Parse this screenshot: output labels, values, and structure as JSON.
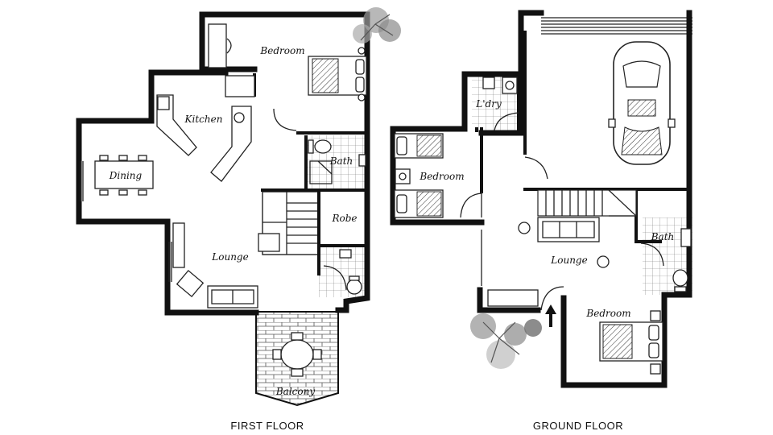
{
  "floors": {
    "first": {
      "title": "FIRST FLOOR",
      "rooms": {
        "bedroom": "Bedroom",
        "kitchen": "Kitchen",
        "dining": "Dining",
        "bath": "Bath",
        "robe": "Robe",
        "lounge": "Lounge",
        "balcony": "Balcony"
      }
    },
    "ground": {
      "title": "GROUND FLOOR",
      "rooms": {
        "laundry": "L'dry",
        "bedroom_left": "Bedroom",
        "lounge": "Lounge",
        "bath": "Bath",
        "bedroom_right": "Bedroom"
      }
    }
  },
  "icons": [
    "tree-icon",
    "car-icon",
    "bed-icon",
    "toilet-icon",
    "sink-icon",
    "entry-arrow-icon",
    "dining-table-icon",
    "sofa-icon"
  ],
  "colors": {
    "wall": "#111111",
    "background": "#ffffff",
    "tree": "#8a8a8a"
  }
}
